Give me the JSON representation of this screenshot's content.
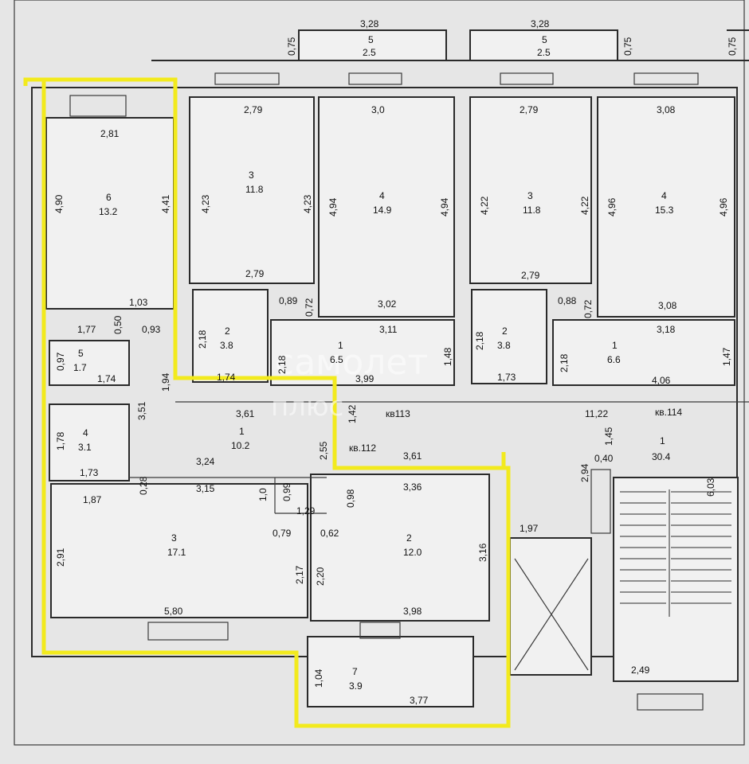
{
  "apartments": {
    "kv112": "кв.112",
    "kv113": "кв113",
    "kv114": "кв.114"
  },
  "balconies": [
    {
      "no": "5",
      "area": "2.5",
      "width": "3,28",
      "depth": "0,75"
    },
    {
      "no": "5",
      "area": "2.5",
      "width": "3,28",
      "depth": "0,75"
    },
    {
      "depth_right": "0,75"
    }
  ],
  "rooms_left": [
    {
      "no": "6",
      "area": "13.2"
    },
    {
      "no": "5",
      "area": "1.7"
    },
    {
      "no": "4",
      "area": "3.1"
    },
    {
      "no": "1",
      "area": "10.2"
    },
    {
      "no": "3",
      "area": "17.1"
    },
    {
      "no": "2",
      "area": "12.0"
    },
    {
      "no": "7",
      "area": "3.9"
    }
  ],
  "rooms_mid": [
    {
      "no": "3",
      "area": "11.8"
    },
    {
      "no": "4",
      "area": "14.9"
    },
    {
      "no": "2",
      "area": "3.8"
    },
    {
      "no": "1",
      "area": "6.5"
    }
  ],
  "rooms_right": [
    {
      "no": "3",
      "area": "11.8"
    },
    {
      "no": "4",
      "area": "15.3"
    },
    {
      "no": "2",
      "area": "3.8"
    },
    {
      "no": "1",
      "area": "6.6"
    }
  ],
  "corridor": {
    "no": "1",
    "area": "30.4"
  },
  "dims": {
    "d281": "2,81",
    "d490": "4,90",
    "d441": "4,41",
    "d103": "1,03",
    "d177": "1,77",
    "d050": "0,50",
    "d093": "0,93",
    "d097": "0,97",
    "d174": "1,74",
    "d194": "1,94",
    "d351": "3,51",
    "d178": "1,78",
    "d173": "1,73",
    "d028": "0,28",
    "d187": "1,87",
    "d324": "3,24",
    "d315": "3,15",
    "d361a": "3,61",
    "d10": "1,0",
    "d099": "0,99",
    "d129": "1,29",
    "d098": "0,98",
    "d255": "2,55",
    "d142": "1,42",
    "d361b": "3,61",
    "d336": "3,36",
    "d291": "2,91",
    "d079": "0,79",
    "d062": "0,62",
    "d217": "2,17",
    "d220": "2,20",
    "d316": "3,16",
    "d580": "5,80",
    "d398": "3,98",
    "d104": "1,04",
    "d377": "3,77",
    "d279a": "2,79",
    "d423a": "4,23",
    "d423b": "4,23",
    "d279b": "2,79",
    "d30": "3,0",
    "d494a": "4,94",
    "d494b": "4,94",
    "d302": "3,02",
    "d089": "0,89",
    "d072a": "0,72",
    "d218a": "2,18",
    "d218b": "2,18",
    "d174b": "1,74",
    "d311": "3,11",
    "d148": "1,48",
    "d399": "3,99",
    "d279c": "2,79",
    "d422a": "4,22",
    "d422b": "4,22",
    "d279d": "2,79",
    "d308a": "3,08",
    "d496a": "4,96",
    "d496b": "4,96",
    "d308b": "3,08",
    "d088": "0,88",
    "d072b": "0,72",
    "d318": "3,18",
    "d218c": "2,18",
    "d218d": "2,18",
    "d173b": "1,73",
    "d147": "1,47",
    "d406": "4,06",
    "d1122": "11,22",
    "d145": "1,45",
    "d040": "0,40",
    "d294": "2,94",
    "d603": "6,03",
    "d197": "1,97",
    "d249": "2,49",
    "d075c": "0,75"
  },
  "watermark": {
    "line1": "самолет",
    "line2": "плюс"
  },
  "highlight_color": "#f2ea1d"
}
